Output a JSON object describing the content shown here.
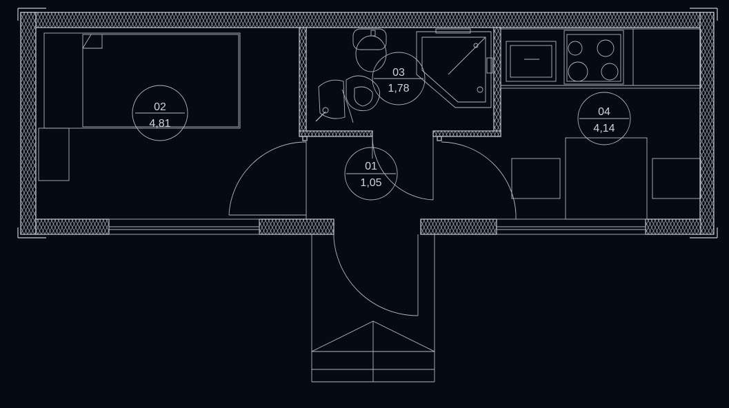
{
  "plan": {
    "rooms": [
      {
        "id": "01",
        "number": "01",
        "area": "1,05"
      },
      {
        "id": "02",
        "number": "02",
        "area": "4,81"
      },
      {
        "id": "03",
        "number": "03",
        "area": "1,78"
      },
      {
        "id": "04",
        "number": "04",
        "area": "4,14"
      }
    ],
    "colors": {
      "background": "#050a15",
      "lines": "#c8ccd2"
    }
  }
}
